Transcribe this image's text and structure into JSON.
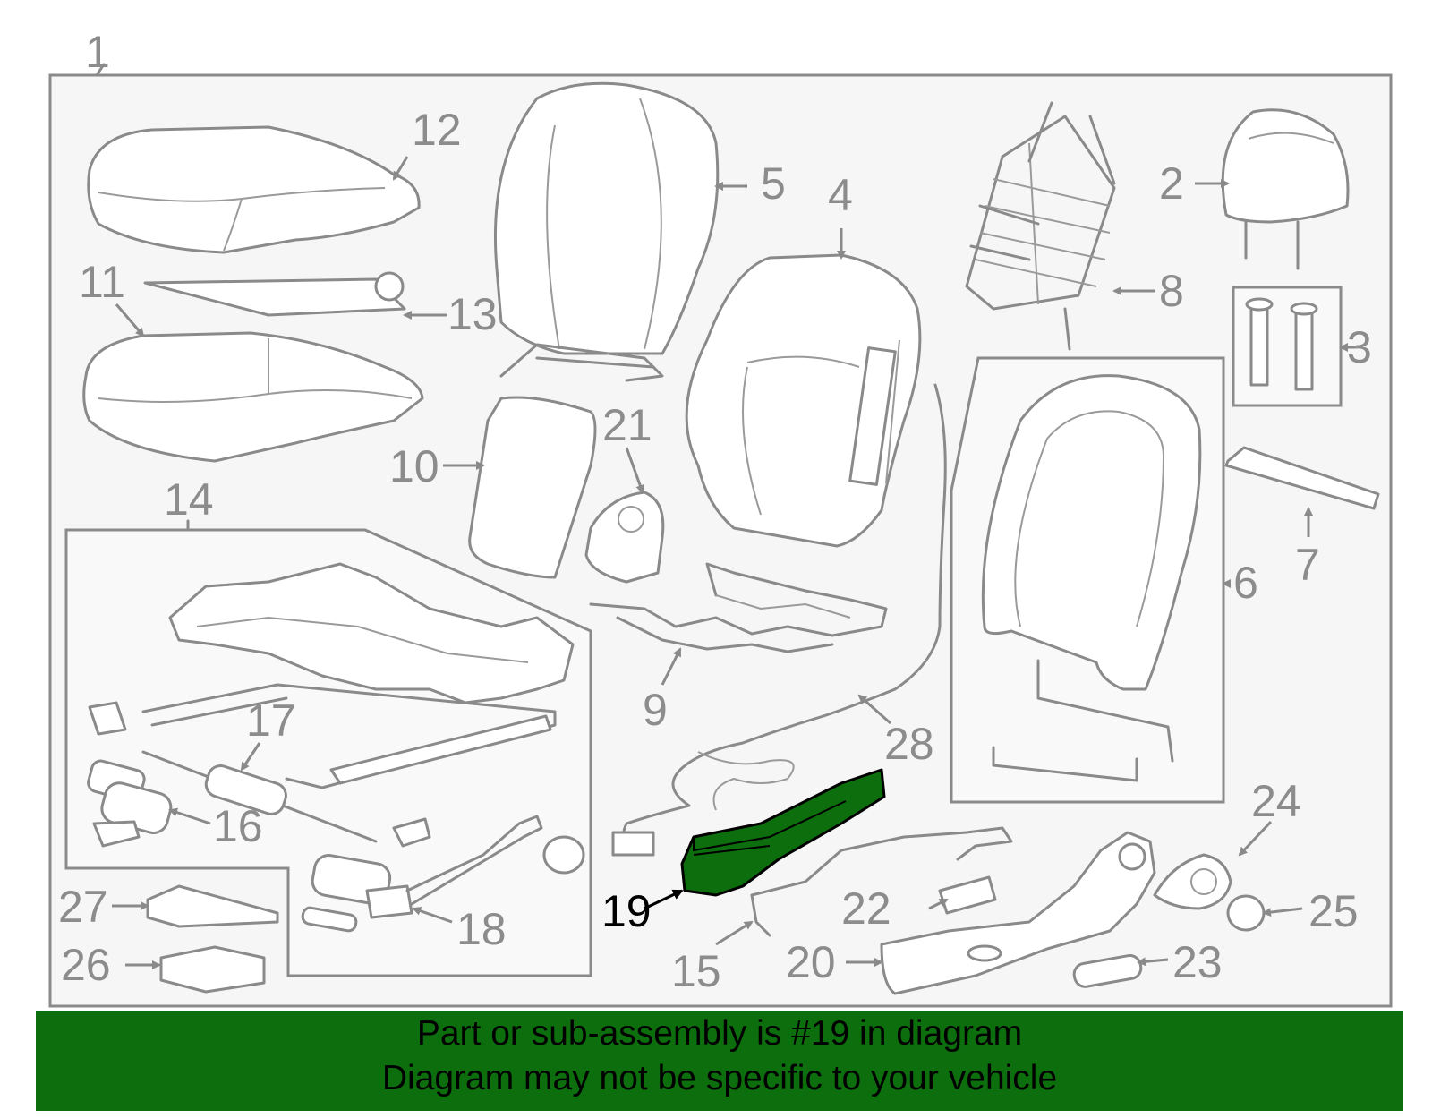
{
  "callouts": {
    "c1": "1",
    "c2": "2",
    "c3": "3",
    "c4": "4",
    "c5": "5",
    "c6": "6",
    "c7": "7",
    "c8": "8",
    "c9": "9",
    "c10": "10",
    "c11": "11",
    "c12": "12",
    "c13": "13",
    "c14": "14",
    "c15": "15",
    "c16": "16",
    "c17": "17",
    "c18": "18",
    "c19": "19",
    "c20": "20",
    "c21": "21",
    "c22": "22",
    "c23": "23",
    "c24": "24",
    "c25": "25",
    "c26": "26",
    "c27": "27",
    "c28": "28"
  },
  "highlight": {
    "part": "19",
    "color": "#0d6e0d"
  },
  "banner": {
    "line1": "Part or sub-assembly is #19 in diagram",
    "line2": "Diagram may not be specific to your vehicle",
    "background": "#0d6e0d"
  }
}
